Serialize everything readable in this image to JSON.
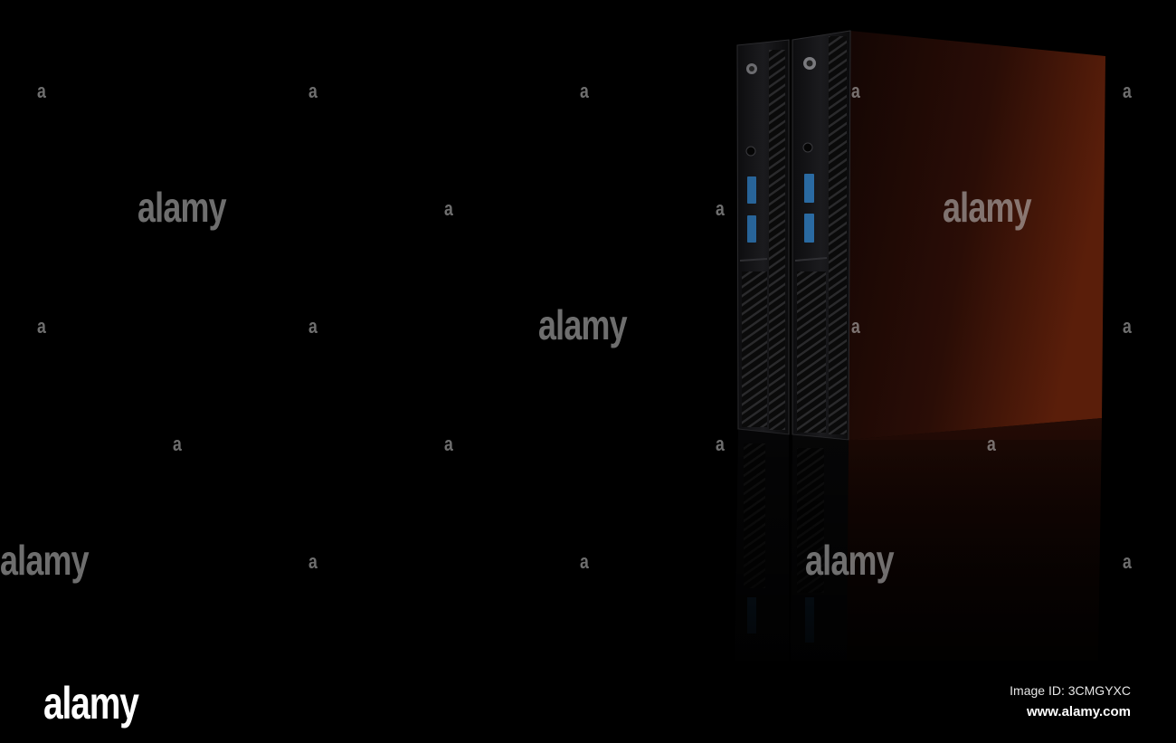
{
  "watermark": {
    "word": "alamy",
    "letter": "a"
  },
  "footer": {
    "brand": "alamy",
    "image_id": "Image ID: 3CMGYXC",
    "site": "www.alamy.com"
  },
  "colors": {
    "background": "#000000",
    "case_side": "#3a1208",
    "usb_port": "#2f7fc4"
  },
  "icons": [
    "power-button-icon",
    "audio-jack-icon",
    "usb-port-icon",
    "vent-grille-icon"
  ]
}
